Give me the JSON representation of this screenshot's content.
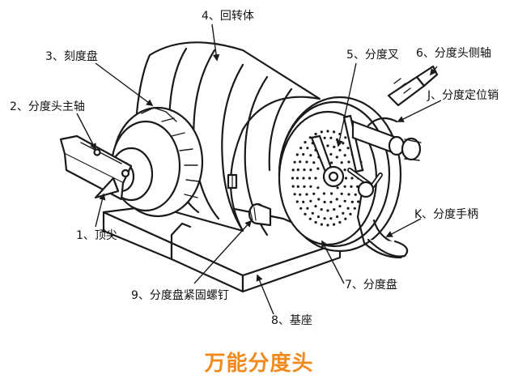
{
  "title": "万能分度头",
  "colors": {
    "title": "#f08a1c",
    "line": "#1a1a1a",
    "fill": "#ffffff"
  },
  "labels": {
    "l1": "1、顶尖",
    "l2": "2、分度头主轴",
    "l3": "3、刻度盘",
    "l4": "4、回转体",
    "l5": "5、分度叉",
    "l6": "6、分度头侧轴",
    "lj": "J、分度定位销",
    "lk": "K、分度手柄",
    "l7": "7、分度盘",
    "l8": "8、基座",
    "l9": "9、分度盘紧固螺钉"
  }
}
